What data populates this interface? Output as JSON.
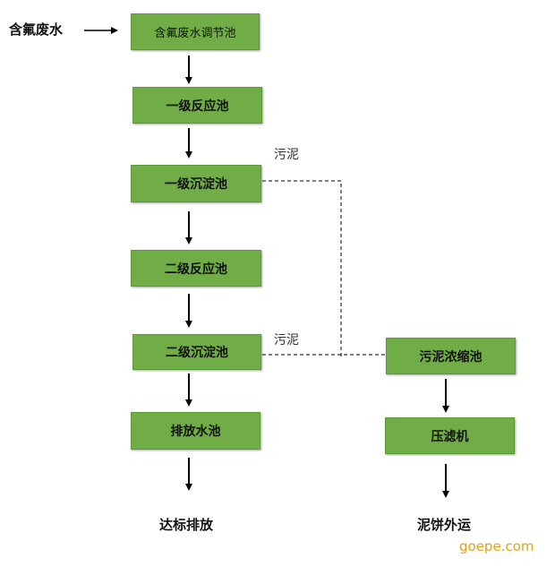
{
  "input_label": "含氟废水",
  "boxes": {
    "adjust": "含氟废水调节池",
    "react1": "一级反应池",
    "settle1": "一级沉淀池",
    "react2": "二级反应池",
    "settle2": "二级沉淀池",
    "discharge_pool": "排放水池",
    "thickener": "污泥浓缩池",
    "press": "压滤机"
  },
  "sludge_labels": [
    "污泥",
    "污泥"
  ],
  "outputs": {
    "water": "达标排放",
    "cake": "泥饼外运"
  },
  "watermark": "goepe.com",
  "colors": {
    "box_fill": "#70AD47",
    "watermark": "#E0A21A"
  }
}
